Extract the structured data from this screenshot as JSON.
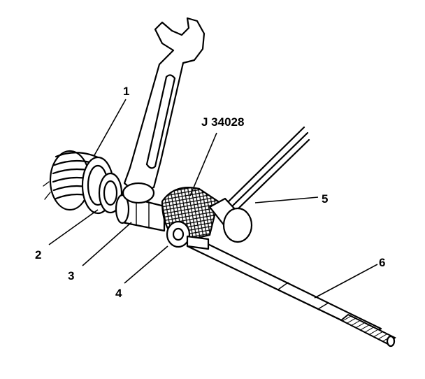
{
  "diagram": {
    "tool_label": "J 34028",
    "callouts": [
      {
        "id": "1",
        "text": "1"
      },
      {
        "id": "2",
        "text": "2"
      },
      {
        "id": "3",
        "text": "3"
      },
      {
        "id": "4",
        "text": "4"
      },
      {
        "id": "5",
        "text": "5"
      },
      {
        "id": "6",
        "text": "6"
      }
    ]
  }
}
